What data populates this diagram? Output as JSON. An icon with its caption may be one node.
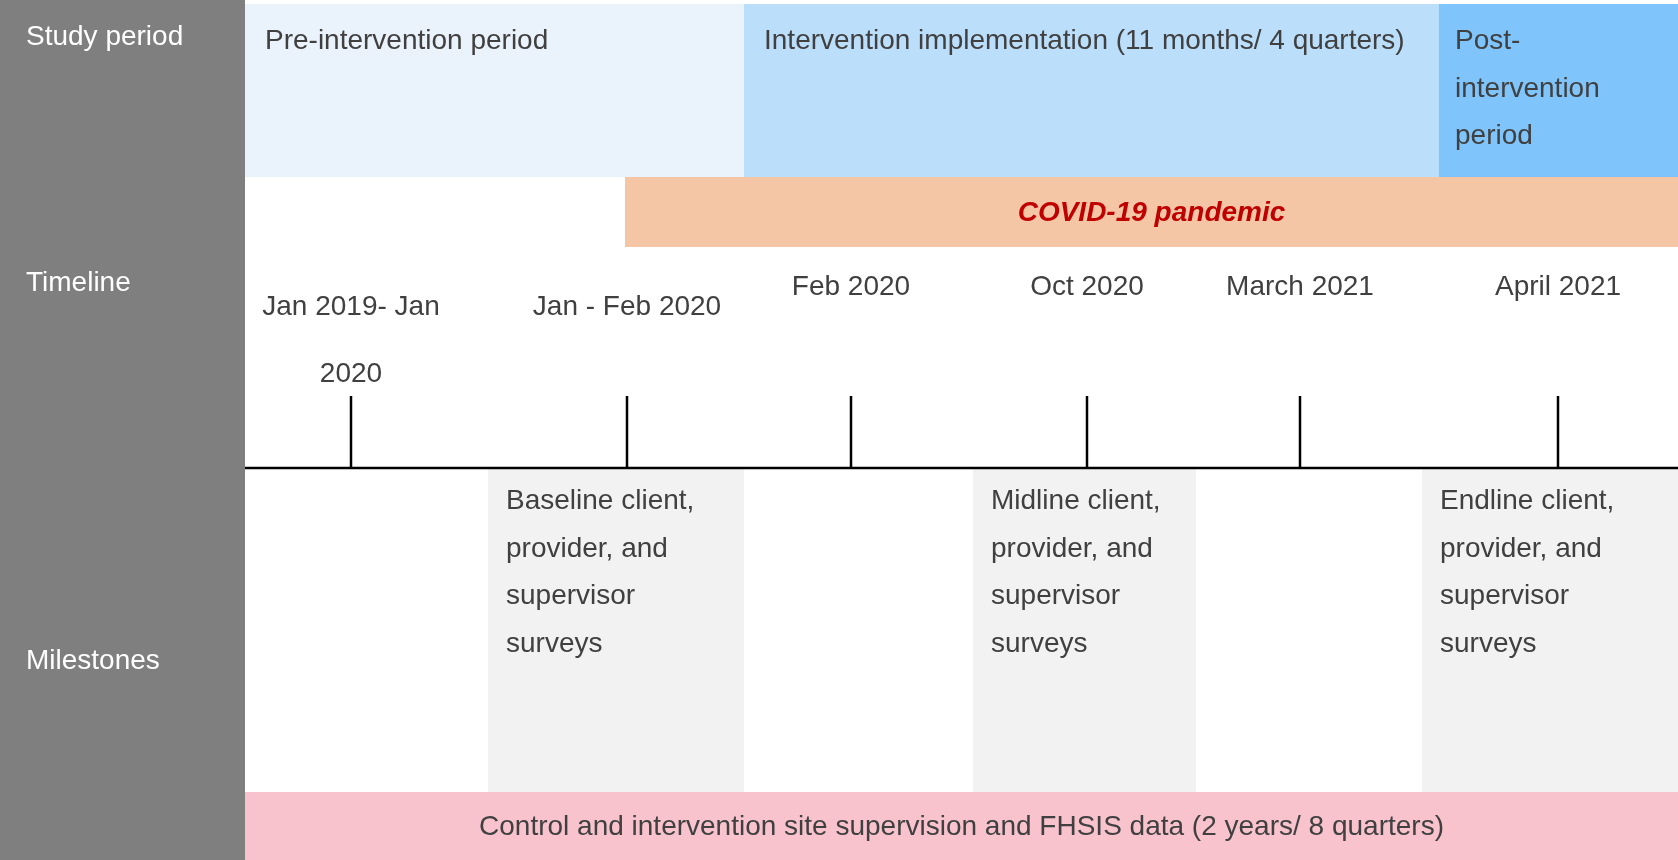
{
  "diagram": {
    "nodes": [
      {
        "text": [
          "Pre-intervention period"
        ]
      },
      {
        "text": [
          "Intervention implementation (11 months/ 4 quarters)"
        ]
      },
      {
        "text": [
          "Post-intervention period"
        ]
      },
      {
        "text": [
          "COVID-19 pandemic"
        ]
      },
      {
        "text": [
          "Baseline client, provider, and supervisor surveys"
        ]
      },
      {
        "text": [
          "Midline client, provider, and supervisor surveys"
        ]
      },
      {
        "text": [
          "Endline client, provider, and supervisor surveys"
        ]
      },
      {
        "text": [
          "Control and intervention site supervision and FHSIS data (2 years/ 8 quarters)"
        ]
      }
    ],
    "edges": [],
    "labels": [
      "Study period",
      "Timeline",
      "Jan 2019- Jan 2020",
      "Jan - Feb 2020",
      "Feb 2020",
      "Oct 2020",
      "March 2021",
      "April 2021",
      "Milestones"
    ]
  }
}
